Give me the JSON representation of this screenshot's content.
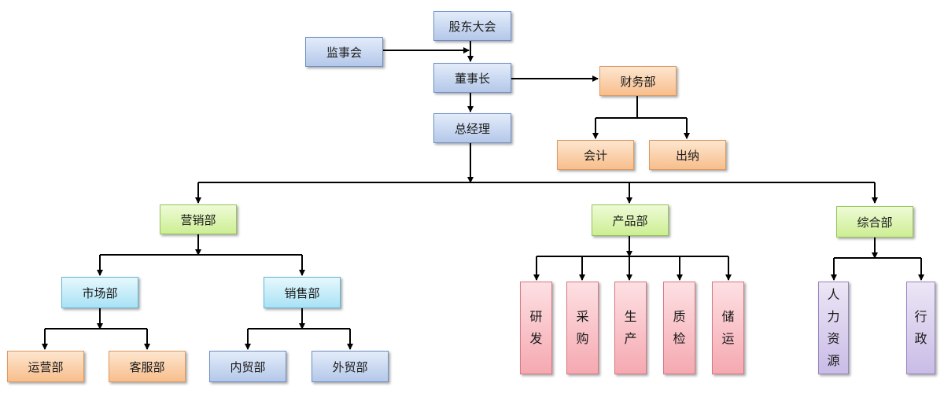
{
  "colors": {
    "line": "#000000",
    "blue": "#b4c8ea",
    "orange": "#f8be8c",
    "green": "#cdee94",
    "cyan": "#a9e2f5",
    "pink": "#f5a9b1",
    "purple": "#c9bce6"
  },
  "nodes": {
    "shareholders": "股东大会",
    "supervisors": "监事会",
    "chairman": "董事长",
    "finance": "财务部",
    "accounting": "会计",
    "cashier": "出纳",
    "gm": "总经理",
    "marketing": "营销部",
    "market": "市场部",
    "sales": "销售部",
    "operations": "运营部",
    "customer_service": "客服部",
    "domestic_trade": "内贸部",
    "foreign_trade": "外贸部",
    "product": "产品部",
    "rnd": "研发",
    "purchasing": "采购",
    "production": "生产",
    "quality": "质检",
    "storage": "储运",
    "general": "综合部",
    "hr": "人力资源",
    "admin": "行政"
  }
}
